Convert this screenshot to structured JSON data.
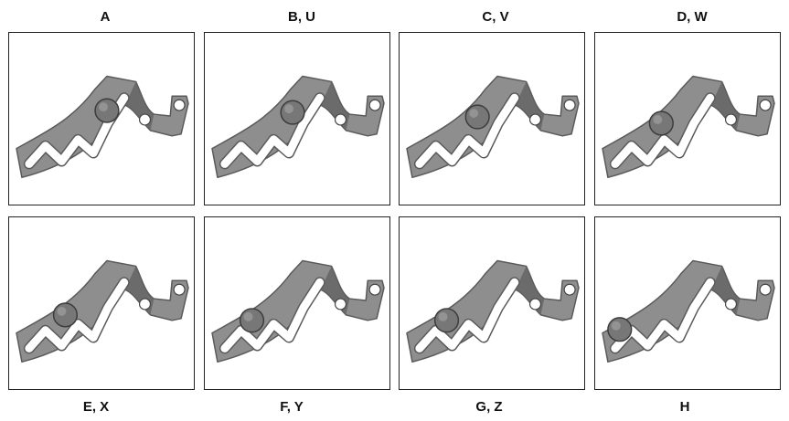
{
  "panels": [
    {
      "label": "A",
      "position": 6
    },
    {
      "label": "B, U",
      "position": 5
    },
    {
      "label": "C, V",
      "position": 4
    },
    {
      "label": "D, W",
      "position": 3
    },
    {
      "label": "E, X",
      "position": 2
    },
    {
      "label": "F, Y",
      "position": 1
    },
    {
      "label": "G, Z",
      "position": 1
    },
    {
      "label": "H",
      "position": 0
    }
  ],
  "colors": {
    "plate": "#8e8e8e",
    "plate_edge": "#5a5a5a",
    "knob": "#777777",
    "knob_edge": "#3c3c3c",
    "slot": "#ffffff",
    "border": "#222222"
  }
}
